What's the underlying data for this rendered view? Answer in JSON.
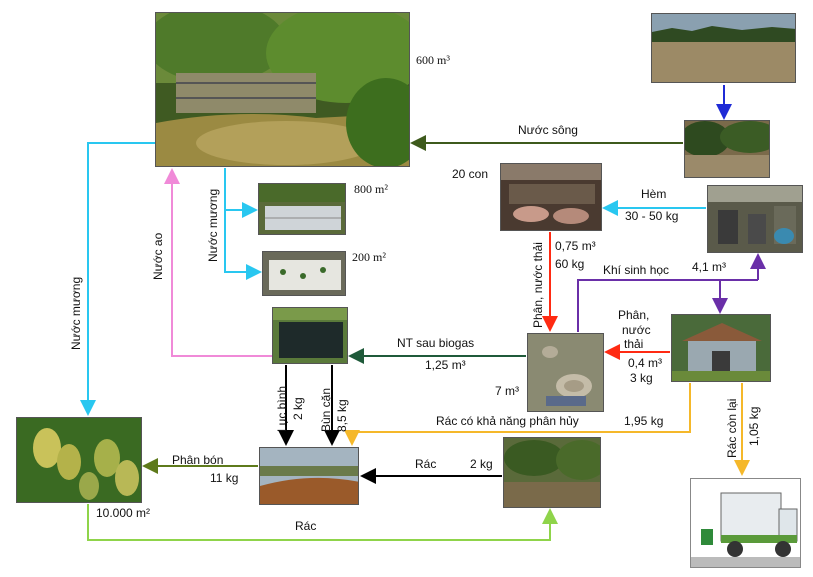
{
  "colors": {
    "cyan": "#29c7f0",
    "dark_green": "#3e5a1c",
    "olive_green": "#5e7a1b",
    "light_green": "#8fd44a",
    "pink": "#f08ad8",
    "red": "#ff2a12",
    "purple": "#6a2fa8",
    "blue": "#1f2bd6",
    "black": "#000000",
    "orange": "#f5b82a",
    "teal_green": "#1f5a3a"
  },
  "labels": {
    "pond_area": "600 m³",
    "field1_area": "800 m²",
    "field2_area": "200 m²",
    "nuoc_song": "Nước sông",
    "pig_count": "20 con",
    "hem": "Hèm",
    "hem_amount": "30 - 50 kg",
    "manure_wastewater_left": "Phân, nước thải",
    "manure_amount_left_1": "0,75 m³",
    "manure_amount_left_2": "60 kg",
    "khi_sinh_hoc": "Khí sinh học",
    "khi_amount": "4,1 m³",
    "phan_right_1": "Phân,",
    "phan_right_2": "nước",
    "phan_right_3": "thải",
    "house_amount_1": "0,4 m³",
    "house_amount_2": "3 kg",
    "nt_sau_biogas": "NT sau biogas",
    "nt_amount": "1,25 m³",
    "biogas_volume": "7 m³",
    "nuoc_ao": "Nước ao",
    "nuoc_muong_left": "Nước mương",
    "nuoc_muong_mid": "Nước mương",
    "luc_binh": "Lục bình",
    "luc_binh_amount": "2 kg",
    "bun_can": "Bùn cặn",
    "bun_can_amount": "8,5 kg",
    "rac_phan_huy": "Rác có khả năng phân hủy",
    "rac_phan_huy_amount": "1,95 kg",
    "rac_con_lai": "Rác còn lại",
    "rac_con_lai_amount": "1,05 kg",
    "phan_bon": "Phân bón",
    "phan_bon_amount": "11 kg",
    "rac_mid": "Rác",
    "rac_mid_amount": "2 kg",
    "orchard_area": "10.000 m²",
    "rac_bottom": "Rác"
  }
}
